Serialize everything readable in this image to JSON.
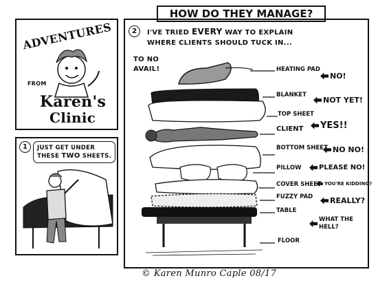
{
  "title": "HOW DO THEY MANAGE?",
  "logo": {
    "top": "ADVENTURES",
    "from": "FROM",
    "name": "Karen's",
    "clinic": "Clinic"
  },
  "panel1": {
    "number": "1",
    "speech": [
      "JUST GET UNDER",
      "THESE ",
      "TWO",
      " SHEETS."
    ]
  },
  "panel2": {
    "number": "2",
    "narration": [
      "I'VE TRIED ",
      "EVERY",
      " WAY TO EXPLAIN",
      "WHERE CLIENTS SHOULD TUCK IN..."
    ],
    "to_no": "TO NO",
    "avail": "AVAIL!"
  },
  "layers": [
    {
      "label": "HEATING PAD",
      "response": "NO!"
    },
    {
      "label": "BLANKET",
      "response": "NOT YET!"
    },
    {
      "label": "TOP SHEET",
      "response": ""
    },
    {
      "label": "CLIENT",
      "response": "YES!!"
    },
    {
      "label": "BOTTOM SHEET",
      "response": "NO NO!"
    },
    {
      "label": "PILLOW",
      "response": "PLEASE NO!"
    },
    {
      "label": "COVER SHEET",
      "response": "YOU'RE KIDDING?"
    },
    {
      "label": "FUZZY PAD",
      "response": "REALLY?"
    },
    {
      "label": "TABLE",
      "response": ""
    },
    {
      "label": "",
      "response": "WHAT THE HELL?"
    },
    {
      "label": "FLOOR",
      "response": ""
    }
  ],
  "signature": "© Karen Munro Caple 08/17"
}
